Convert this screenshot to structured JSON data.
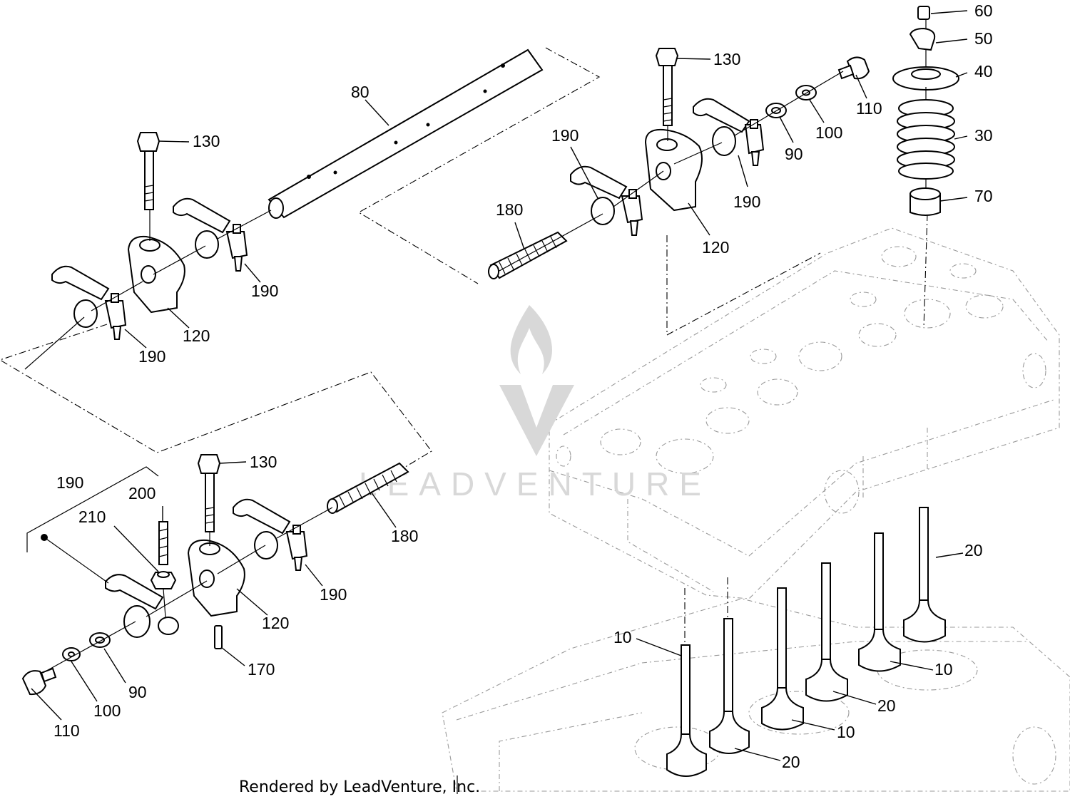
{
  "diagram": {
    "labels": [
      "60",
      "50",
      "40",
      "30",
      "70",
      "130",
      "110",
      "100",
      "90",
      "190",
      "120",
      "180",
      "80",
      "200",
      "210",
      "170",
      "20",
      "10"
    ],
    "credit": "Rendered by LeadVenture, Inc.",
    "watermark": "LEADVENTURE",
    "colors": {
      "ink": "#000000",
      "ghost": "#9a9a9a",
      "watermark": "#d8d8d8"
    }
  }
}
